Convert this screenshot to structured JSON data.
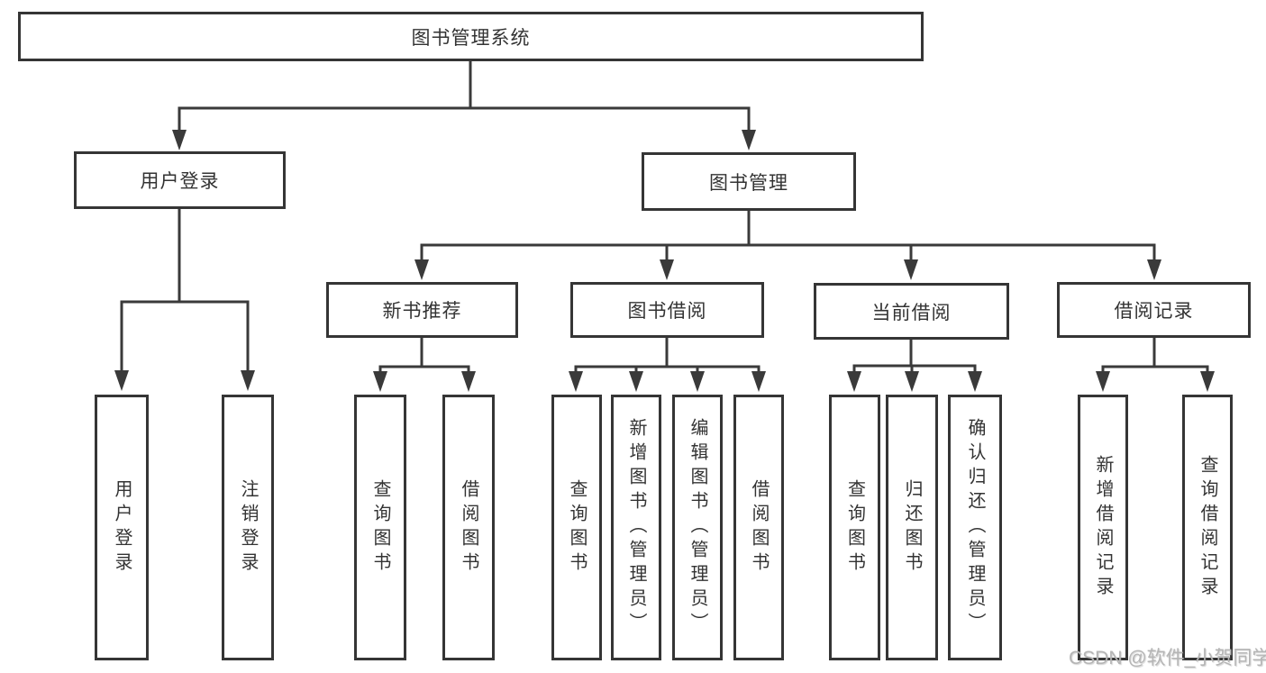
{
  "tree": {
    "label": "图书管理系统",
    "children": [
      {
        "label": "用户登录",
        "children": [
          {
            "label": "用户登录"
          },
          {
            "label": "注销登录"
          }
        ]
      },
      {
        "label": "图书管理",
        "children": [
          {
            "label": "新书推荐",
            "children": [
              {
                "label": "查询图书"
              },
              {
                "label": "借阅图书"
              }
            ]
          },
          {
            "label": "图书借阅",
            "children": [
              {
                "label": "查询图书"
              },
              {
                "label": "新增图书（管理员）"
              },
              {
                "label": "编辑图书（管理员）"
              },
              {
                "label": "借阅图书"
              }
            ]
          },
          {
            "label": "当前借阅",
            "children": [
              {
                "label": "查询图书"
              },
              {
                "label": "归还图书"
              },
              {
                "label": "确认归还（管理员）"
              }
            ]
          },
          {
            "label": "借阅记录",
            "children": [
              {
                "label": "新增借阅记录"
              },
              {
                "label": "查询借阅记录"
              }
            ]
          }
        ]
      }
    ]
  },
  "watermark": "CSDN @软件_小贺同学",
  "colors": {
    "line": "#3a3a3a",
    "box_border": "#353535",
    "text": "#333333",
    "watermark": "#b5b5b5",
    "background": "#ffffff"
  }
}
